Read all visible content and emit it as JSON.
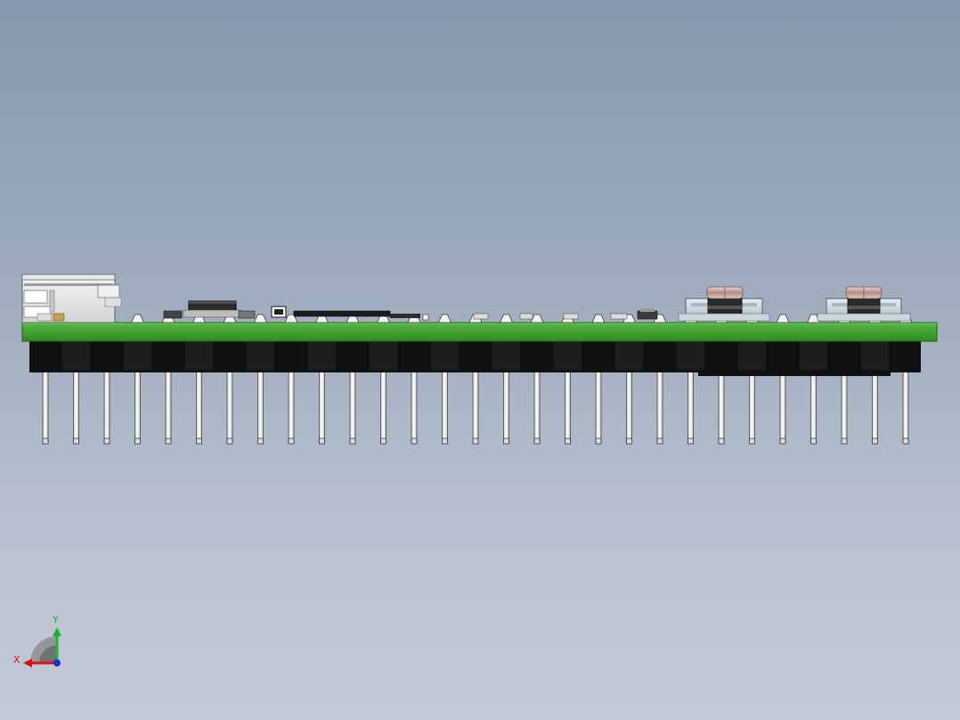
{
  "viewport": {
    "background_top": "#8797ad",
    "background_bottom": "#c3cad6"
  },
  "model": {
    "pcb_color": "#3c9e2c",
    "header_color": "#151515",
    "pin_count": 29
  },
  "triad": {
    "x_label": "X",
    "y_label": "Y",
    "x_color": "#d8101a",
    "y_color": "#18b43c",
    "z_color": "#1830d0",
    "icon": "coordinate-triad-icon"
  }
}
